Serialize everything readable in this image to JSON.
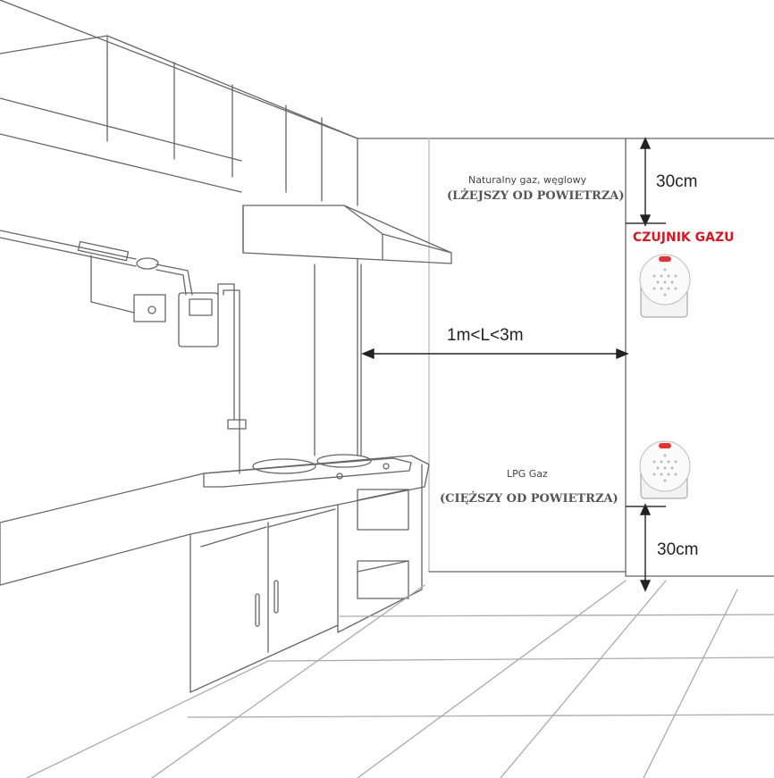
{
  "labels": {
    "natural_gas": "Naturalny gaz, węglowy",
    "lighter": "(LŻEJSZY OD POWIETRZA)",
    "sensor": "CZUJNIK GAZU",
    "distance": "1m<L<3m",
    "lpg": "LPG Gaz",
    "heavier": "(CIĘŻSZY OD POWIETRZA)",
    "top_gap": "30cm",
    "bottom_gap": "30cm"
  },
  "colors": {
    "sensor_label": "#e0141e",
    "sensor_led": "#e8302e",
    "line": "#555555"
  },
  "icons": {
    "top_sensor": "gas-detector-icon",
    "bottom_sensor": "gas-detector-icon"
  }
}
